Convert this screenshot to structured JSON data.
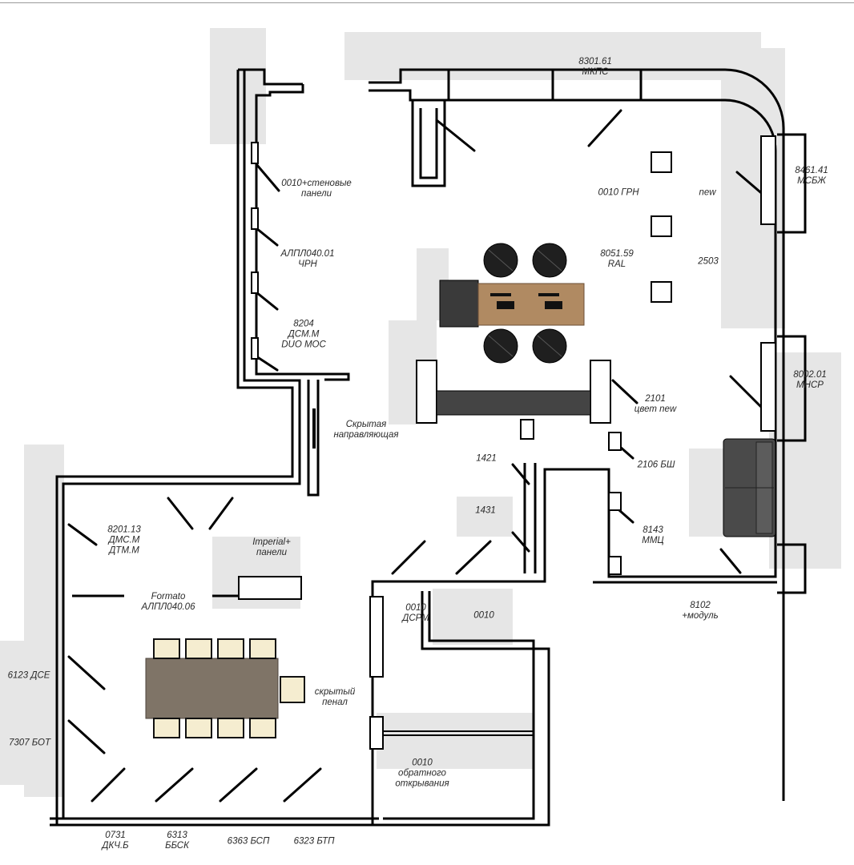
{
  "colors": {
    "wall": "#000000",
    "room_fill": "#ffffff",
    "background_shade": "#e4e4e4",
    "desk_wood": "#b08a62",
    "table_wood": "#7f7467",
    "sofa": "#4a4a4a",
    "chair": "#1f1f1f",
    "chair_light": "#f5edd0"
  },
  "icons": [
    "door-swing-icon",
    "office-chair-icon",
    "sofa-icon",
    "desk-icon",
    "conference-table-icon"
  ],
  "labels": {
    "l8301": "8301.61\nМКПС",
    "l8461": "8461.41\nМСБЖ",
    "l0010_panels": "0010+стеновые\nпанели",
    "l0010_grn": "0010  ГРН",
    "lnew": "new",
    "lallp_chrn": "АЛПЛ040.01\nЧРН",
    "l8051": "8051.59\nRAL",
    "l2503": "2503",
    "l8204": "8204\nДСМ.М\nDUO MOC",
    "l8002": "8002.01\nМНСР",
    "lhidden_guide": "Скрытая\nнаправляющая",
    "l2101": "2101\nцвет new",
    "l1421": "1421",
    "l2106": "2106 БШ",
    "l1431": "1431",
    "l8201": "8201.13\nДМС.М\nДТМ.М",
    "limperial": "Imperial+\nпанели",
    "l8143": "8143\nММЦ",
    "lformato": "Formato\nАЛПЛ040.06",
    "l0010_dsrm": "0010\nДСРМ",
    "l0010": "0010",
    "l8102": "8102\n+модуль",
    "l6123": "6123 ДСЕ",
    "lhidden_case": "скрытый\nпенал",
    "l7307": "7307 БОТ",
    "l0010_reverse": "0010\nобратного\nоткрывания",
    "l0731": "0731\nДКЧ.Б",
    "l6313": "6313\nББСК",
    "l6363": "6363 БСП",
    "l6323": "6323 БТП"
  }
}
